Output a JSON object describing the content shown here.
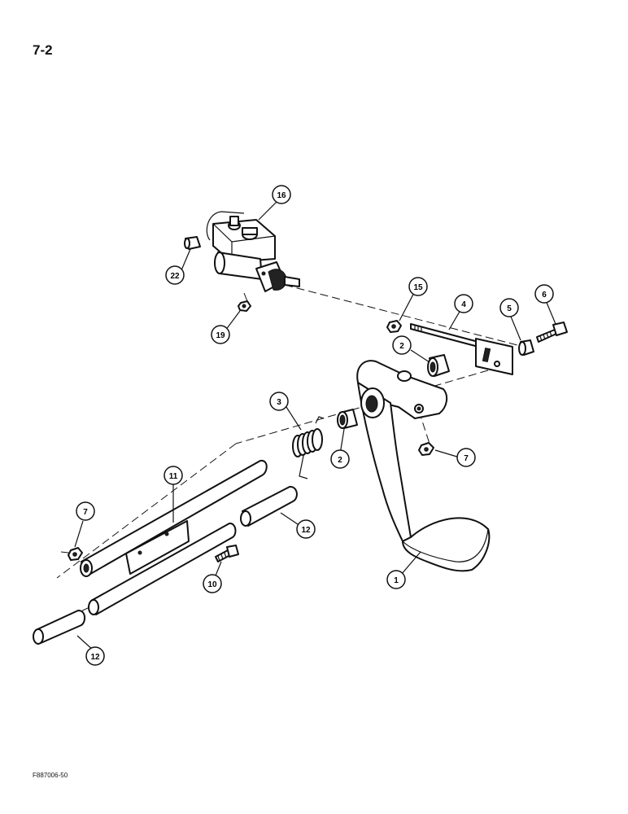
{
  "page": {
    "number": "7-2",
    "figure_code": "F887006-50"
  },
  "callouts": {
    "c1": "1",
    "c2a": "2",
    "c2b": "2",
    "c3": "3",
    "c4": "4",
    "c5": "5",
    "c6": "6",
    "c7a": "7",
    "c7b": "7",
    "c10": "10",
    "c11": "11",
    "c12a": "12",
    "c12b": "12",
    "c15": "15",
    "c16": "16",
    "c19": "19",
    "c22": "22"
  },
  "colors": {
    "ink": "#111111",
    "paper": "#ffffff"
  }
}
